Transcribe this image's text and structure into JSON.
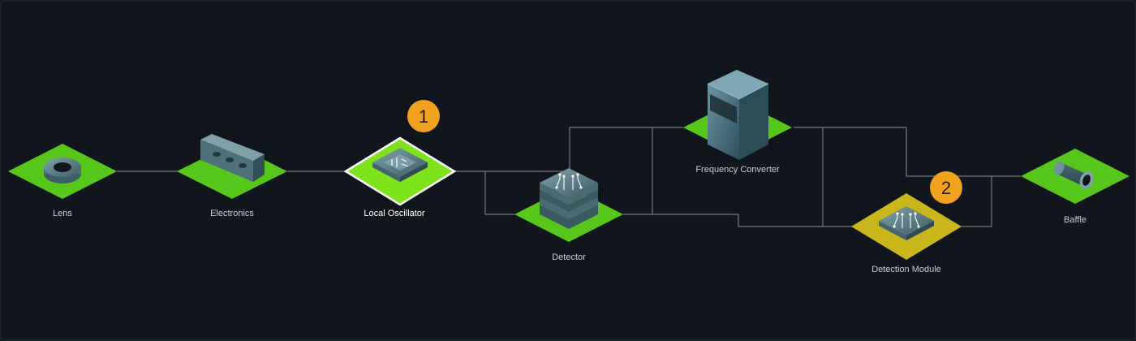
{
  "nodes": {
    "lens": {
      "label": "Lens",
      "icon": "lens-icon",
      "status": "normal"
    },
    "electronics": {
      "label": "Electronics",
      "icon": "electronics-box-icon",
      "status": "normal"
    },
    "local_oscillator": {
      "label": "Local Oscillator",
      "icon": "chip-icon",
      "status": "selected"
    },
    "detector": {
      "label": "Detector",
      "icon": "stacked-chip-icon",
      "status": "normal"
    },
    "frequency_converter": {
      "label": "Frequency Converter",
      "icon": "glass-cabinet-icon",
      "status": "normal"
    },
    "detection_module": {
      "label": "Detection Module",
      "icon": "chip-icon",
      "status": "warning"
    },
    "baffle": {
      "label": "Baffle",
      "icon": "cylinder-icon",
      "status": "normal"
    }
  },
  "badges": {
    "first": "1",
    "second": "2"
  },
  "colors": {
    "background": "#11161d",
    "node_ok": "#56c71a",
    "node_selected": "#7ee21c",
    "node_warning": "#c9b51c",
    "badge": "#f0a11e",
    "edge": "#8a8f96"
  }
}
